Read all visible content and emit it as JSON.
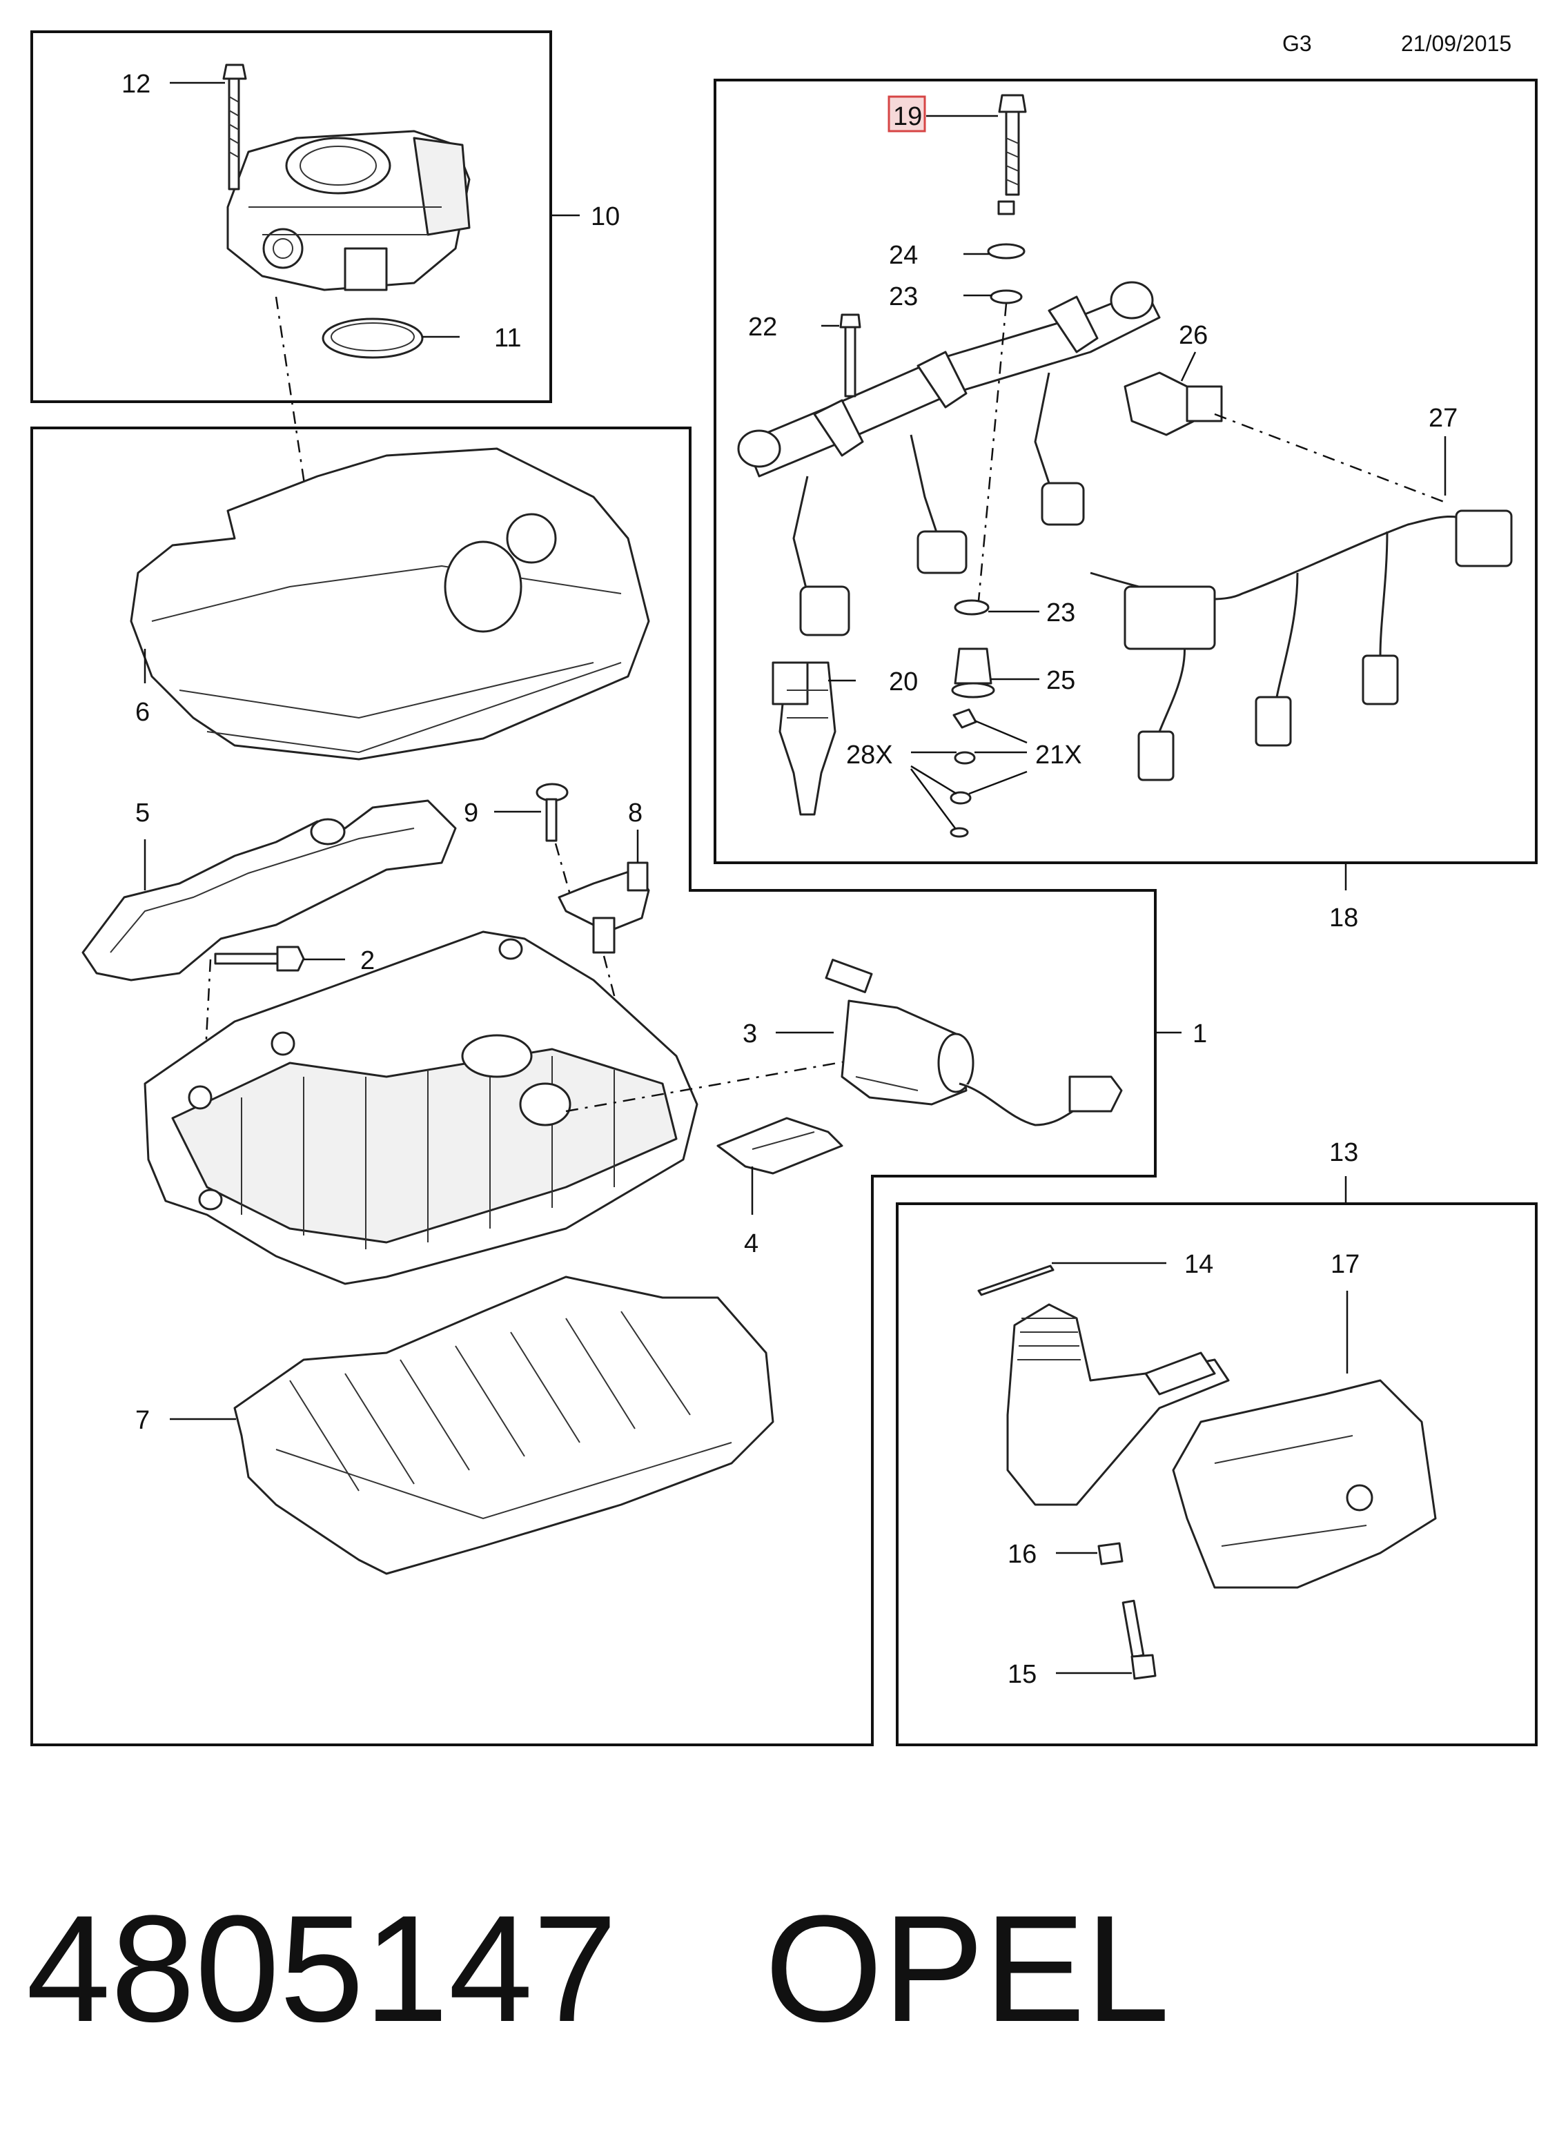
{
  "header": {
    "code": "G3",
    "date": "21/09/2015"
  },
  "footer": {
    "part_number": "4805147",
    "brand": "OPEL"
  },
  "callouts": {
    "c1": "1",
    "c2": "2",
    "c3": "3",
    "c4": "4",
    "c5": "5",
    "c6": "6",
    "c7": "7",
    "c8": "8",
    "c9": "9",
    "c10": "10",
    "c11": "11",
    "c12": "12",
    "c13": "13",
    "c14": "14",
    "c15": "15",
    "c16": "16",
    "c17": "17",
    "c18": "18",
    "c19": "19",
    "c20": "20",
    "c21": "21X",
    "c22": "22",
    "c23a": "23",
    "c23b": "23",
    "c24": "24",
    "c25": "25",
    "c26": "26",
    "c27": "27",
    "c28": "28X"
  },
  "highlighted_callout": "19",
  "colors": {
    "line": "#111111",
    "highlight_fill": "#f6d9d9",
    "highlight_stroke": "#d64545"
  }
}
